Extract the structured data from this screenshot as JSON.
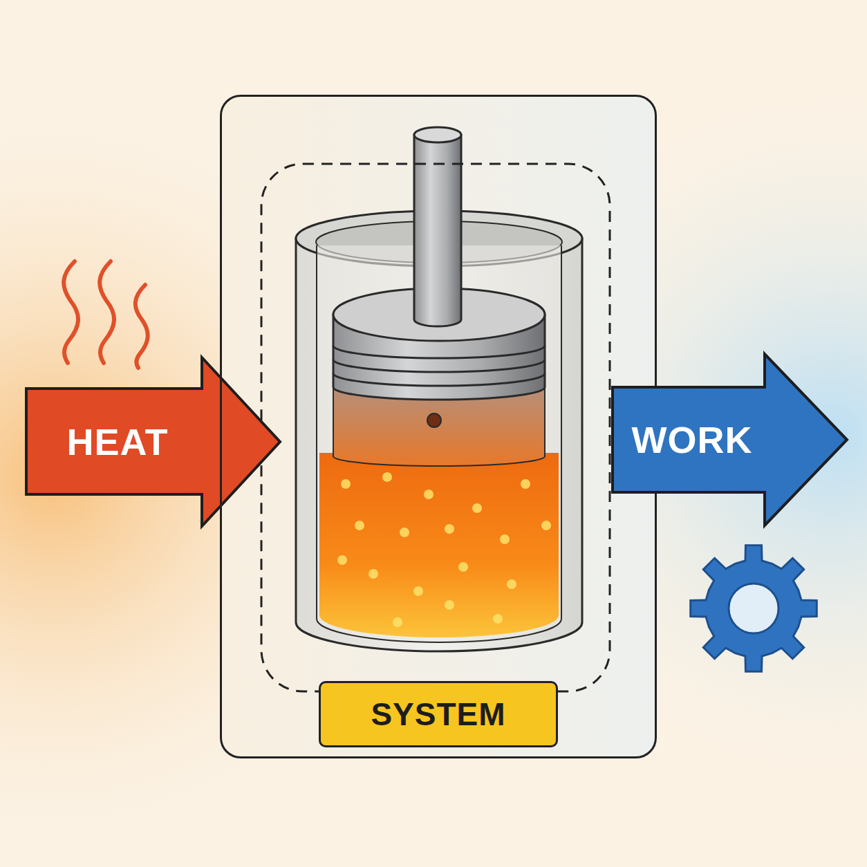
{
  "diagram": {
    "nodes": [
      {
        "text": [
          "HEAT"
        ]
      },
      {
        "text": [
          "SYSTEM"
        ]
      },
      {
        "text": [
          "WORK"
        ]
      }
    ]
  }
}
